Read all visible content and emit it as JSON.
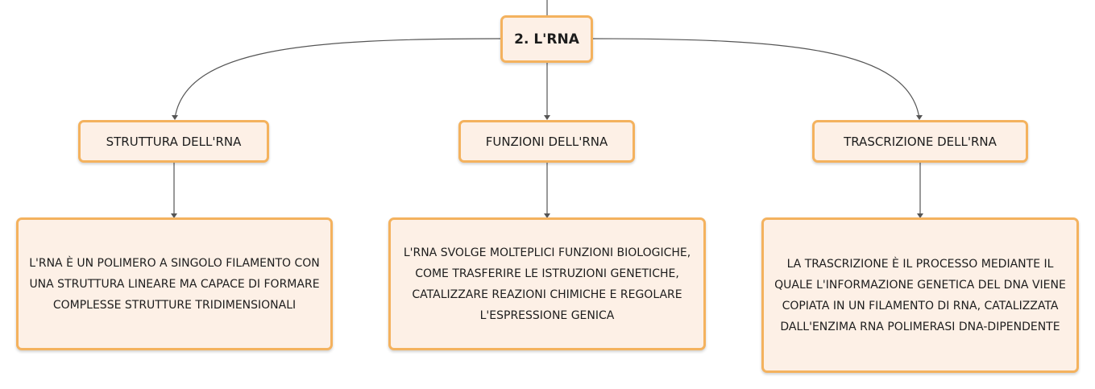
{
  "root": {
    "label": "2. L'RNA"
  },
  "topics": [
    {
      "label": "STRUTTURA DELL'RNA",
      "detail": "L'RNA È UN POLIMERO A SINGOLO FILAMENTO CON UNA STRUTTURA LINEARE MA CAPACE DI FORMARE COMPLESSE STRUTTURE TRIDIMENSIONALI"
    },
    {
      "label": "FUNZIONI DELL'RNA",
      "detail": "L'RNA SVOLGE MOLTEPLICI FUNZIONI BIOLOGICHE, COME TRASFERIRE LE ISTRUZIONI GENETICHE, CATALIZZARE REAZIONI CHIMICHE E REGOLARE L'ESPRESSIONE GENICA"
    },
    {
      "label": "TRASCRIZIONE DELL'RNA",
      "detail": "LA TRASCRIZIONE È IL PROCESSO MEDIANTE IL QUALE L'INFORMAZIONE GENETICA DEL DNA VIENE COPIATA IN UN FILAMENTO DI RNA, CATALIZZATA DALL'ENZIMA RNA POLIMERASI DNA-DIPENDENTE"
    }
  ],
  "colors": {
    "node_fill": "#fdf0e6",
    "node_border": "#f4b25e",
    "connector": "#555555",
    "text": "#1d1d1d"
  }
}
